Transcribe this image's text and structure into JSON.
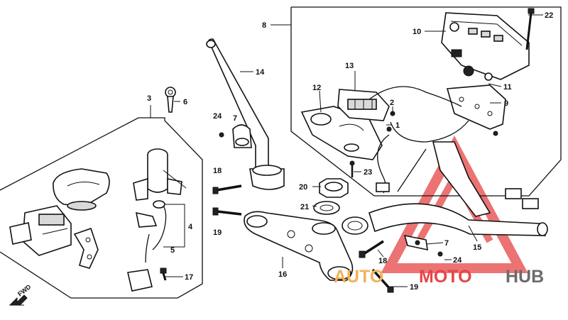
{
  "diagram": {
    "callouts": [
      {
        "id": "c1",
        "text": "1"
      },
      {
        "id": "c2",
        "text": "2"
      },
      {
        "id": "c3",
        "text": "3"
      },
      {
        "id": "c4",
        "text": "4"
      },
      {
        "id": "c5",
        "text": "5"
      },
      {
        "id": "c6",
        "text": "6"
      },
      {
        "id": "c7a",
        "text": "7"
      },
      {
        "id": "c7b",
        "text": "7"
      },
      {
        "id": "c8",
        "text": "8"
      },
      {
        "id": "c9",
        "text": "9"
      },
      {
        "id": "c10",
        "text": "10"
      },
      {
        "id": "c11",
        "text": "11"
      },
      {
        "id": "c12",
        "text": "12"
      },
      {
        "id": "c13",
        "text": "13"
      },
      {
        "id": "c14",
        "text": "14"
      },
      {
        "id": "c15",
        "text": "15"
      },
      {
        "id": "c16",
        "text": "16"
      },
      {
        "id": "c17",
        "text": "17"
      },
      {
        "id": "c18a",
        "text": "18"
      },
      {
        "id": "c18b",
        "text": "18"
      },
      {
        "id": "c19a",
        "text": "19"
      },
      {
        "id": "c19b",
        "text": "19"
      },
      {
        "id": "c20",
        "text": "20"
      },
      {
        "id": "c21",
        "text": "21"
      },
      {
        "id": "c22",
        "text": "22"
      },
      {
        "id": "c23",
        "text": "23"
      },
      {
        "id": "c24a",
        "text": "24"
      },
      {
        "id": "c24b",
        "text": "24"
      }
    ],
    "fwd_label": "FWD"
  },
  "watermark": {
    "part1": "AUTO",
    "part2": "MOTO",
    "part3": "HUB",
    "colors": {
      "auto": "#f3b25a",
      "moto": "#e64545",
      "hub": "#6b6b6b",
      "logo": "#e64545"
    }
  }
}
